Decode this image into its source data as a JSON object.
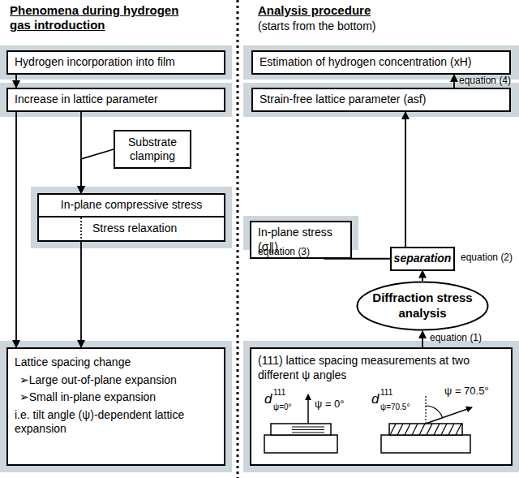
{
  "diagram": {
    "nodes": [
      {
        "text": [
          "Hydrogen incorporation into film"
        ]
      },
      {
        "text": [
          "Estimation of hydrogen concentration (xH)"
        ]
      },
      {
        "text": [
          "Increase in lattice parameter"
        ]
      },
      {
        "text": [
          "Strain-free lattice parameter (asf)"
        ]
      },
      {
        "text": [
          "Substrate clamping"
        ]
      },
      {
        "text": [
          "In-plane compressive stress"
        ]
      },
      {
        "text": [
          "Stress relaxation"
        ]
      },
      {
        "text": [
          "In-plane stress (σ∥)"
        ]
      },
      {
        "text": [
          "separation"
        ]
      },
      {
        "text": [
          "Diffraction stress analysis"
        ]
      },
      {
        "text": [
          "Lattice spacing change",
          "➢Large out-of-plane expansion",
          "➢Small in-plane expansion",
          "i.e. tilt angle (ψ)-dependent lattice expansion"
        ]
      },
      {
        "text": [
          "(111) lattice spacing measurements at two different ψ angles"
        ]
      }
    ],
    "edges": [
      {
        "from": 0,
        "to": 2,
        "arrow": "to"
      },
      {
        "from": 2,
        "to": 10,
        "arrow": "to"
      },
      {
        "from": 2,
        "to": 5,
        "arrow": "to"
      },
      {
        "from": 4,
        "to": 5,
        "arrow": "to"
      },
      {
        "from": 6,
        "to": 10,
        "arrow": "to"
      },
      {
        "from": 11,
        "to": 9,
        "label": "equation (1)",
        "arrow": "to"
      },
      {
        "from": 9,
        "to": 8,
        "arrow": "to"
      },
      {
        "from": 8,
        "to": 7,
        "label": "equation (3)",
        "arrow": "to"
      },
      {
        "from": 8,
        "to": 3,
        "label": "equation (2)",
        "arrow": "to"
      },
      {
        "from": 3,
        "to": 1,
        "label": "equation (4)",
        "arrow": "to"
      }
    ],
    "labels": [
      "Phenomena during hydrogen gas introduction",
      "Analysis procedure",
      "(starts from the bottom)",
      "d",
      "111",
      "ψ=0°",
      "ψ = 0°",
      "d",
      "111",
      "ψ=70.5°",
      "ψ = 70.5°"
    ]
  }
}
